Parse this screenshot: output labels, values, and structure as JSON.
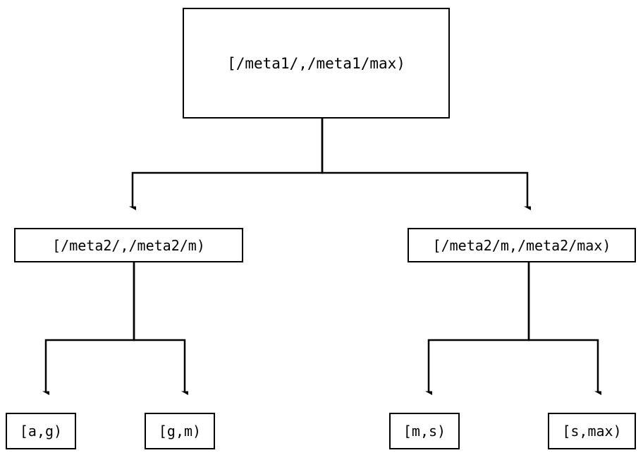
{
  "diagram": {
    "type": "binary-range-partition-tree",
    "background_color": "#ffffff",
    "line_color": "#000000",
    "text_color": "#000000",
    "nodes": {
      "root": {
        "label": "[/meta1/,/meta1/max)"
      },
      "mid_left": {
        "label": "[/meta2/,/meta2/m)"
      },
      "mid_right": {
        "label": "[/meta2/m,/meta2/max)"
      },
      "leaf_1": {
        "label": "[a,g)"
      },
      "leaf_2": {
        "label": "[g,m)"
      },
      "leaf_3": {
        "label": "[m,s)"
      },
      "leaf_4": {
        "label": "[s,max)"
      }
    },
    "edges": [
      {
        "from": "root",
        "to": "mid_left",
        "arrow": "down-triangle"
      },
      {
        "from": "root",
        "to": "mid_right",
        "arrow": "down-triangle"
      },
      {
        "from": "mid_left",
        "to": "leaf_1",
        "arrow": "down-triangle"
      },
      {
        "from": "mid_left",
        "to": "leaf_2",
        "arrow": "down-triangle"
      },
      {
        "from": "mid_right",
        "to": "leaf_3",
        "arrow": "down-triangle"
      },
      {
        "from": "mid_right",
        "to": "leaf_4",
        "arrow": "down-triangle"
      }
    ]
  }
}
